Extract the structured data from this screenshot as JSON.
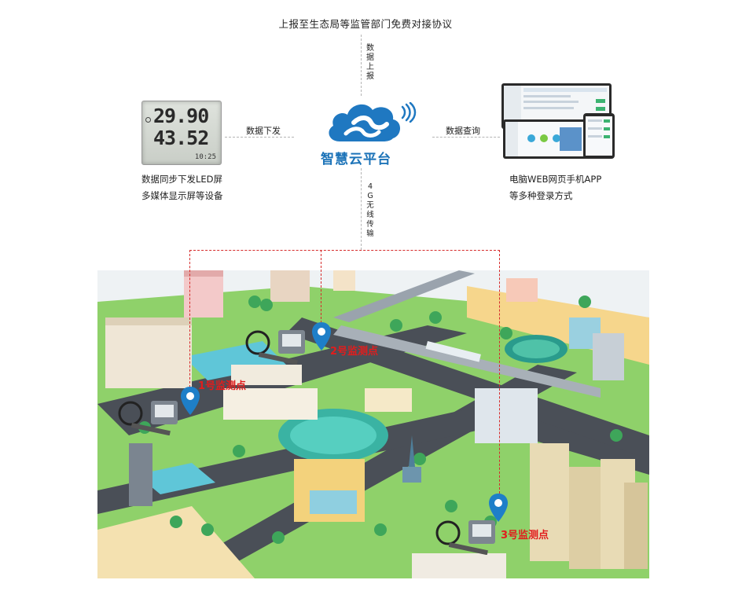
{
  "top_note": "上报至生态局等监管部门免费对接协议",
  "up_link_label": "数据上报",
  "left_link_label": "数据下发",
  "right_link_label": "数据查询",
  "down_link_label": "4G无线传输",
  "platform_name": "智慧云平台",
  "left_device": {
    "lcd_line1": "29.90",
    "lcd_line2": "43.52",
    "lcd_time": "10:25",
    "caption_line1": "数据同步下发LED屏",
    "caption_line2": "多媒体显示屏等设备"
  },
  "right_device": {
    "caption_line1": "电脑WEB网页手机APP",
    "caption_line2": "等多种登录方式"
  },
  "monitoring_points": [
    "1号监测点",
    "2号监测点",
    "3号监测点"
  ],
  "colors": {
    "brand_blue": "#1c73b8",
    "marker_blue": "#1e7fc8",
    "marker_label_red": "#e11d1d",
    "route_red": "#d62b2b"
  },
  "icons": [
    "cloud-icon",
    "wifi-signal-icon",
    "location-pin-icon",
    "sensor-device-icon"
  ]
}
